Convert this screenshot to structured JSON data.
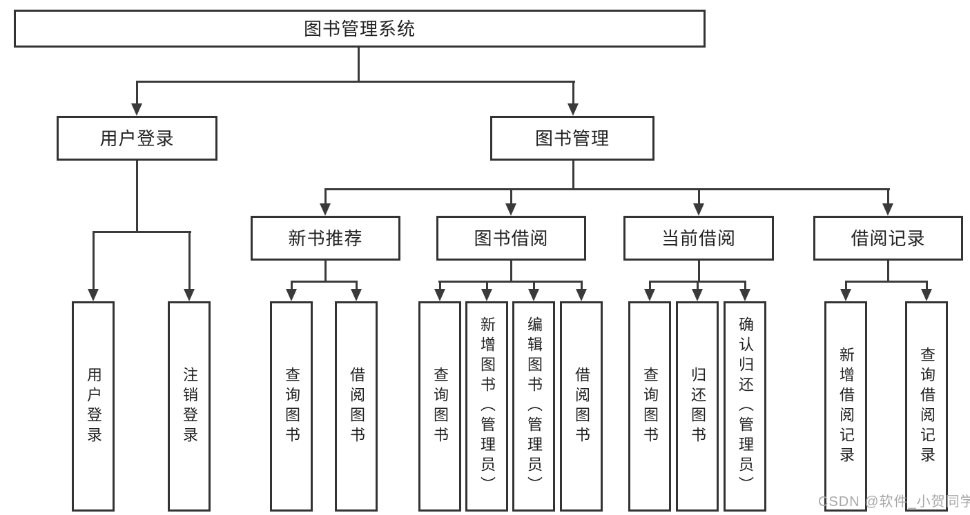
{
  "colors": {
    "line": "#3a3a3a",
    "box_border": "#333333",
    "box_fill": "#ffffff",
    "text": "#222222",
    "watermark": "#a8a8a8"
  },
  "watermark": {
    "text": "CSDN @软件_小贺同学"
  },
  "nodes": {
    "root": {
      "label": "图书管理系统"
    },
    "level2": [
      {
        "label": "用户登录"
      },
      {
        "label": "图书管理"
      }
    ],
    "level3": [
      {
        "label": "新书推荐",
        "parent": "图书管理"
      },
      {
        "label": "图书借阅",
        "parent": "图书管理"
      },
      {
        "label": "当前借阅",
        "parent": "图书管理"
      },
      {
        "label": "借阅记录",
        "parent": "图书管理"
      }
    ],
    "leaves": [
      {
        "label": "用户登录",
        "parent": "用户登录"
      },
      {
        "label": "注销登录",
        "parent": "用户登录"
      },
      {
        "label": "查询图书",
        "parent": "新书推荐"
      },
      {
        "label": "借阅图书",
        "parent": "新书推荐"
      },
      {
        "label": "查询图书",
        "parent": "图书借阅"
      },
      {
        "label": "新增图书（管理员）",
        "parent": "图书借阅"
      },
      {
        "label": "编辑图书（管理员）",
        "parent": "图书借阅"
      },
      {
        "label": "借阅图书",
        "parent": "图书借阅"
      },
      {
        "label": "查询图书",
        "parent": "当前借阅"
      },
      {
        "label": "归还图书",
        "parent": "当前借阅"
      },
      {
        "label": "确认归还（管理员）",
        "parent": "当前借阅"
      },
      {
        "label": "新增借阅记录",
        "parent": "借阅记录"
      },
      {
        "label": "查询借阅记录",
        "parent": "借阅记录"
      }
    ]
  }
}
